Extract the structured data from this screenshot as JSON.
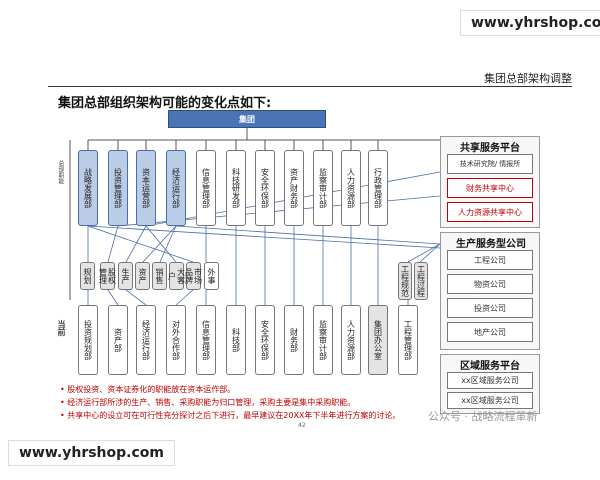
{
  "watermark": "www.yhrshop.com",
  "slide_title": "集团总部架构调整",
  "heading": "集团总部组织架构可能的变化点如下:",
  "root": "集团",
  "side_labels": [
    "总部职能",
    "当前"
  ],
  "top_blue": [
    "战略发展部",
    "投资管理部",
    "资本运营部",
    "经济运行部"
  ],
  "top_plain": [
    "信息管理部",
    "科技研发部",
    "安全环保部",
    "资产财务部",
    "监察审计部",
    "人力资源部",
    "行政管理部"
  ],
  "mid_row": [
    "规划",
    "股权管理",
    "生产",
    "资产",
    "销售",
    "大客户",
    "市场品牌",
    "外事"
  ],
  "mid_right": [
    "工程规范",
    "工程过程"
  ],
  "bottom_label": "当前",
  "bottom_row": [
    "投资规划部",
    "资产部",
    "经济运行部",
    "对外合作部",
    "信息管理部",
    "科技部",
    "安全环保部",
    "财务部",
    "监察审计部",
    "人力资源部",
    "集团办公室",
    "工程管理部"
  ],
  "shared": {
    "title": "共享服务平台",
    "items": [
      "技术研究院/ 情报所",
      "财务共享中心",
      "人力资源共享中心"
    ]
  },
  "production": {
    "title": "生产服务型公司",
    "items": [
      "工程公司",
      "物资公司",
      "投资公司",
      "地产公司"
    ]
  },
  "regional": {
    "title": "区域服务平台",
    "items": [
      "xx区域服务公司",
      "xx区域服务公司"
    ]
  },
  "bullets": [
    "• 股权投资、资本证券化的职能放在资本运作部。",
    "• 经济运行部所涉的生产、销售、采购职能为归口管理，采购主要是集中采购职能。",
    "• 共享中心的设立可在可行性充分探讨之后下进行，最早建议在20XX年下半年进行方案的讨论。"
  ],
  "page_number": "42",
  "footer_brand": "公众号 · 战略流程革新"
}
